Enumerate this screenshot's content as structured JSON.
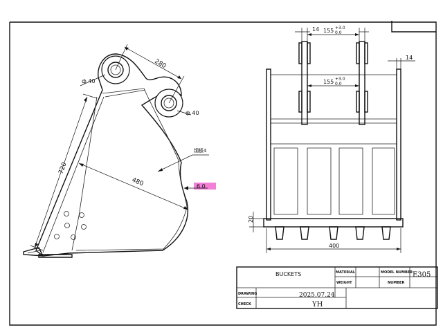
{
  "side_view": {
    "dim_pin_spacing": "280",
    "dim_pin_dia_left": "ф 40",
    "dim_pin_dia_right": "ф 40",
    "dim_length": "720",
    "dim_depth": "480",
    "dim_plate_thickness": "6.0",
    "material_note": "钢板4"
  },
  "front_view": {
    "dim_ear_thickness": "14",
    "dim_ear_spacing_top": "155",
    "dim_ear_spacing_mid": "155",
    "tol_upper": "+3.0",
    "tol_lower": "0.0",
    "dim_side_thickness": "14",
    "dim_width": "400",
    "dim_lip": "20"
  },
  "title_block": {
    "title": "BUCKETS",
    "material_label": "MATERIAL",
    "weight_label": "WEIGHT",
    "model_label": "MODEL NUMBER",
    "number_label": "NUMBER",
    "drawing_no": "E305",
    "drawing_label": "DRAWING",
    "date": "2025.07.24",
    "check_label": "CHECK",
    "checker": "YH"
  },
  "colors": {
    "highlight": "#f06ad0"
  }
}
